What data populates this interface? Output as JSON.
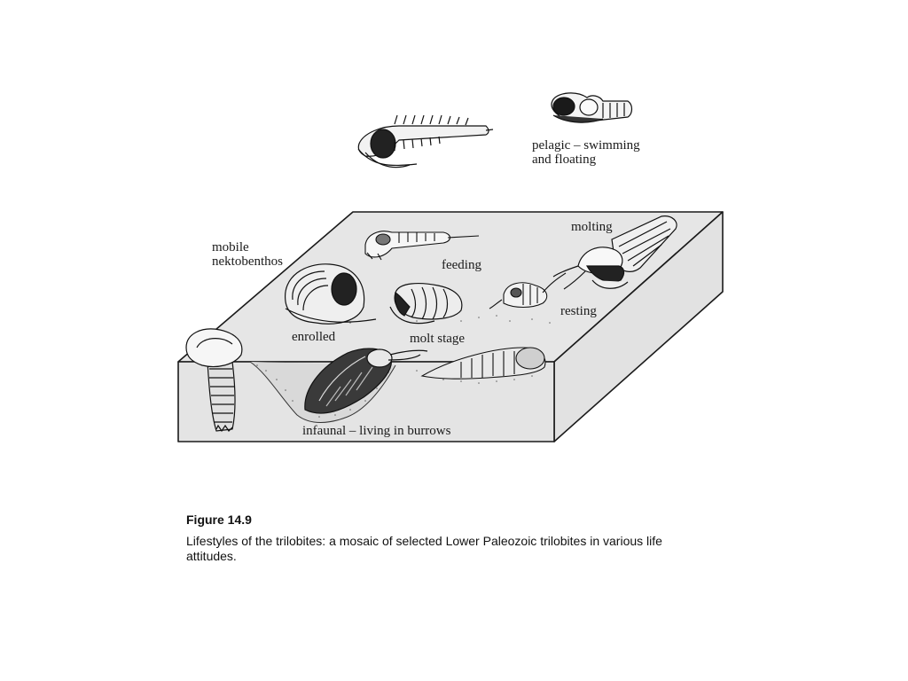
{
  "diagram": {
    "labels": {
      "pelagic_line1": "pelagic – swimming",
      "pelagic_line2": "and floating",
      "mobile_line1": "mobile",
      "mobile_line2": "nektobenthos",
      "molting": "molting",
      "feeding": "feeding",
      "resting": "resting",
      "enrolled": "enrolled",
      "molt_stage": "molt stage",
      "infaunal": "infaunal – living in burrows"
    }
  },
  "caption": {
    "figure_number": "Figure 14.9",
    "text": "Lifestyles of the trilobites: a mosaic of selected Lower Paleozoic trilobites in various life attitudes."
  }
}
